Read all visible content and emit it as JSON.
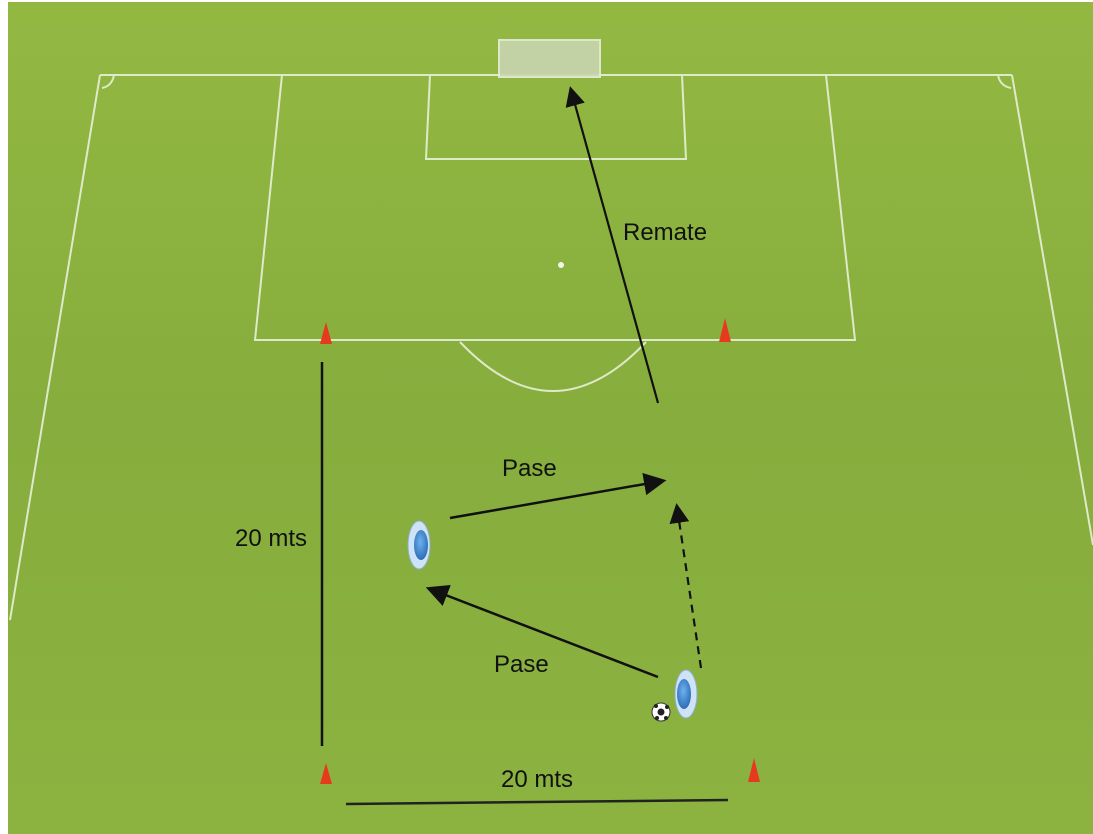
{
  "colors": {
    "grass_light": "#8fb43f",
    "grass_dark": "#7aa035",
    "pitch_lines": "#e8f0d8",
    "goal": "#c9d6b0",
    "cone": "#e53a1d",
    "player_fill": "#3d86d6",
    "player_ring": "#cfe3f7",
    "arrow": "#111111"
  },
  "labels": {
    "remate": "Remate",
    "pase_top": "Pase",
    "pase_bottom": "Pase",
    "distance_vertical": "20 mts",
    "distance_horizontal": "20 mts"
  },
  "icons": {
    "cone": "cone-icon",
    "player": "player-icon",
    "ball": "soccer-ball-icon"
  }
}
